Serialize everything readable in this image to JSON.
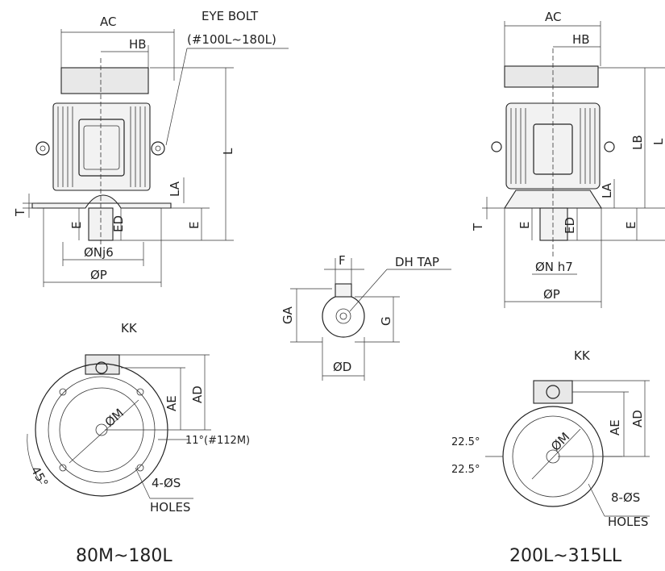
{
  "left_motor": {
    "caption": "80M~180L",
    "side_view": {
      "ac": "AC",
      "hb": "HB",
      "eye_bolt": "EYE BOLT",
      "eye_bolt_note": "(#100L~180L)",
      "l": "L",
      "la": "LA",
      "t": "T",
      "e": "E",
      "ed": "ED",
      "e_right": "E",
      "n": "ØNj6",
      "p": "ØP"
    },
    "front_view": {
      "kk": "KK",
      "ae": "AE",
      "ad": "AD",
      "m": "ØM",
      "angle45": "45°",
      "angle11": "11°(#112M)",
      "holes_count": "4-ØS",
      "holes": "HOLES"
    }
  },
  "shaft_detail": {
    "f": "F",
    "dh_tap": "DH TAP",
    "ga": "GA",
    "g": "G",
    "d": "ØD"
  },
  "right_motor": {
    "caption": "200L~315LL",
    "side_view": {
      "ac": "AC",
      "hb": "HB",
      "lb": "LB",
      "l": "L",
      "la": "LA",
      "t": "T",
      "e": "E",
      "ed": "ED",
      "e_right": "E",
      "n": "ØN h7",
      "p": "ØP"
    },
    "front_view": {
      "kk": "KK",
      "ae": "AE",
      "ad": "AD",
      "m": "ØM",
      "angle_top": "22.5°",
      "angle_bottom": "22.5°",
      "holes_count": "8-ØS",
      "holes": "HOLES"
    }
  }
}
